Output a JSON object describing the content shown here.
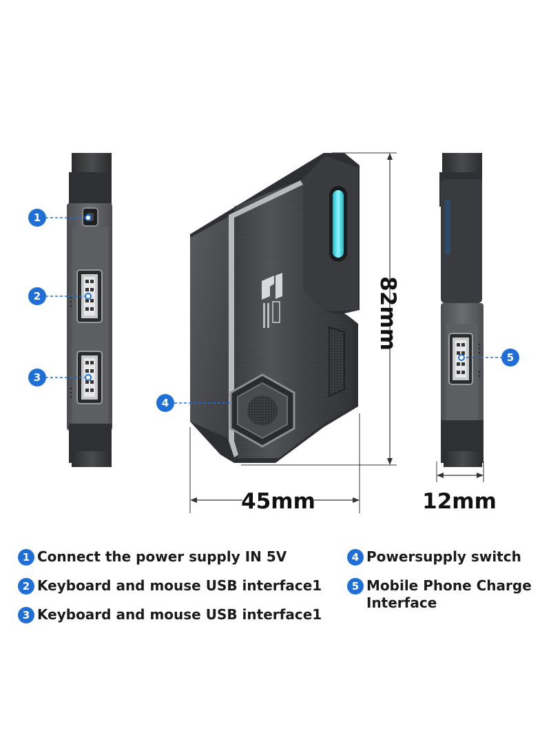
{
  "dimensions": {
    "height": "82mm",
    "width": "45mm",
    "depth": "12mm"
  },
  "callouts": [
    "1",
    "2",
    "3",
    "4",
    "5"
  ],
  "legend": [
    {
      "num": "1",
      "text": "Connect the power supply IN 5V"
    },
    {
      "num": "2",
      "text": "Keyboard and mouse USB interface1"
    },
    {
      "num": "3",
      "text": "Keyboard and mouse USB interface1"
    },
    {
      "num": "4",
      "text": "Powersupply switch"
    },
    {
      "num": "5",
      "text": "Mobile Phone Charge Interface"
    }
  ],
  "colors": {
    "badge": "#1f6fd6",
    "body_dark": "#3a3a3d",
    "body_mid": "#55575b",
    "led": "#37e3f0",
    "text": "#1a1a1a"
  },
  "icons": [
    "usb-port-icon",
    "power-port-icon",
    "hex-switch-icon",
    "led-strip-icon",
    "vent-grille-icon",
    "brand-logo-icon"
  ]
}
